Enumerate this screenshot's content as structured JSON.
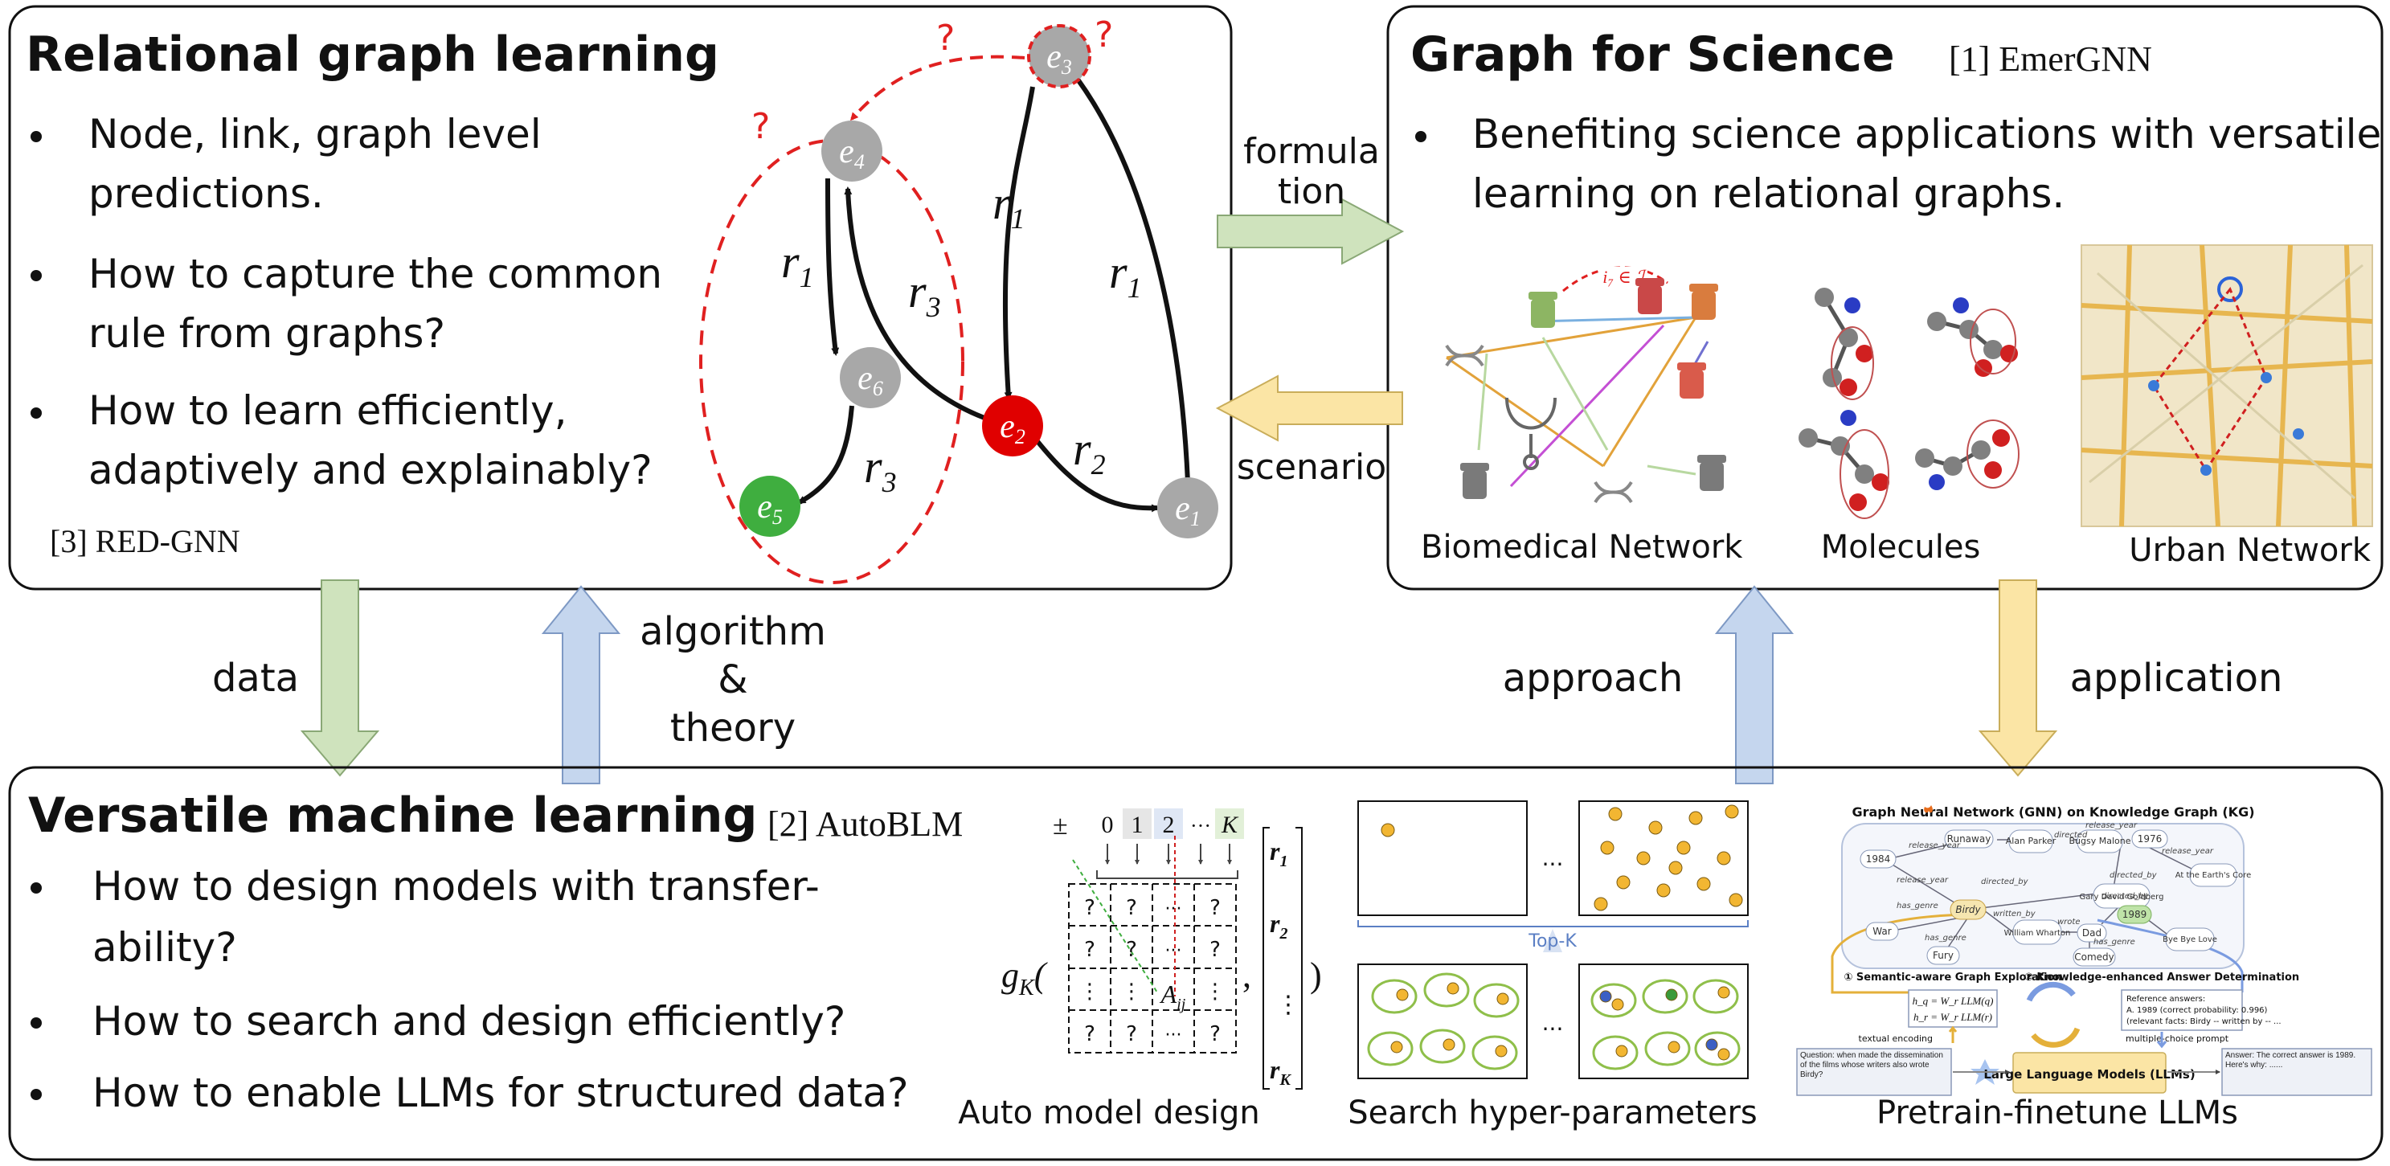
{
  "panels": {
    "rgl": {
      "title": "Relational graph learning",
      "bullets": [
        [
          "Node, link, graph level",
          "predictions."
        ],
        [
          "How to capture the common",
          "rule from graphs?"
        ],
        [
          "How to learn efficiently,",
          "adaptively and explainably?"
        ]
      ],
      "ref": "[3] RED-GNN"
    },
    "gfs": {
      "title": "Graph for Science",
      "ref": "[1] EmerGNN",
      "bullet": [
        "Benefiting science applications with versatile",
        "learning on relational graphs."
      ],
      "captions": [
        "Biomedical Network",
        "Molecules",
        "Urban Network"
      ],
      "formula_label": "i₇ ∈ ℐ"
    },
    "vml": {
      "title": "Versatile machine learning",
      "ref": "[2] AutoBLM",
      "bullets": [
        [
          "How to design models with transfer-",
          "ability?"
        ],
        [
          "How to search and design efficiently?"
        ],
        [
          "How to enable LLMs for structured data?"
        ]
      ],
      "captions": [
        "Auto model design",
        "Search hyper-parameters",
        "Pretrain-finetune LLMs"
      ]
    }
  },
  "graph": {
    "nodes": [
      {
        "id": "e3",
        "main": "e",
        "sub": "3",
        "color": "#a8a8a8"
      },
      {
        "id": "e4",
        "main": "e",
        "sub": "4",
        "color": "#a8a8a8"
      },
      {
        "id": "e6",
        "main": "e",
        "sub": "6",
        "color": "#a8a8a8"
      },
      {
        "id": "e2",
        "main": "e",
        "sub": "2",
        "color": "#e00000"
      },
      {
        "id": "e5",
        "main": "e",
        "sub": "5",
        "color": "#3fae3f"
      },
      {
        "id": "e1",
        "main": "e",
        "sub": "1",
        "color": "#a8a8a8"
      }
    ],
    "edge_labels": [
      {
        "main": "r",
        "sub": "1"
      },
      {
        "main": "r",
        "sub": "1"
      },
      {
        "main": "r",
        "sub": "1"
      },
      {
        "main": "r",
        "sub": "3"
      },
      {
        "main": "r",
        "sub": "3"
      },
      {
        "main": "r",
        "sub": "2"
      }
    ],
    "question_mark": "?"
  },
  "arrows": {
    "formulation": [
      "formula",
      "tion"
    ],
    "scenario": "scenario",
    "data": "data",
    "algorithm": [
      "algorithm",
      "&",
      "theory"
    ],
    "approach": "approach",
    "application": "application"
  },
  "automodel": {
    "pm": "±",
    "indices": [
      "0",
      "1",
      "2",
      "···",
      "K"
    ],
    "g_main": "g",
    "g_sub": "K",
    "cell_q": "?",
    "cell_dots": "···",
    "a_main": "A",
    "a_sub": "ij",
    "r_vec": [
      {
        "main": "r",
        "sub": "1"
      },
      {
        "main": "r",
        "sub": "2"
      },
      {
        "main": "r",
        "sub": "K"
      }
    ],
    "vdots": "⋮"
  },
  "search": {
    "ellipsis": "···",
    "topk": "Top-K"
  },
  "llm": {
    "title": "Graph Neural Network (GNN) on Knowledge Graph (KG)",
    "kg_nodes": [
      "Runaway",
      "1984",
      "Alan Parker",
      "Bugsy Malone",
      "1976",
      "At the Earth's Core",
      "Gary David Goldberg",
      "Birdy",
      "William Wharton",
      "Dad",
      "1989",
      "War",
      "Fury",
      "Comedy",
      "Bye Bye Love"
    ],
    "kg_edges": [
      "release_year",
      "release_year",
      "directed_by",
      "directed",
      "release_year",
      "release_year",
      "directed_by",
      "written_by",
      "wrote",
      "directed_by",
      "has_genre",
      "has_genre",
      "has_genre"
    ],
    "step1": "① Semantic-aware Graph Exploration",
    "step2": "② Knowledge-enhanced Answer Determination",
    "formula1": "h_q = W_r LLM(q)",
    "formula2": "h_r = W_r LLM(r)",
    "ref_answers": "Reference answers:",
    "ref_a": "A. 1989 (correct probability: 0.996)",
    "ref_b": "(relevant facts: Birdy -- written by -- ...",
    "textual_encoding": "textual encoding",
    "mc_prompt": "multiple-choice prompt",
    "question": "Question: when made the dissemination of the films whose writers also wrote Birdy?",
    "llm_label": "Large Language Models (LLMs)",
    "answer": "Answer: The correct answer is 1989. Here's why: ......"
  },
  "colors": {
    "green_arrow": "#cfe3bd",
    "blue_arrow": "#c5d6ee",
    "yellow_arrow": "#fbe5a5",
    "red_dash": "#e02020",
    "node_red": "#e00000",
    "node_green": "#3fae3f",
    "node_gray": "#a8a8a8"
  }
}
